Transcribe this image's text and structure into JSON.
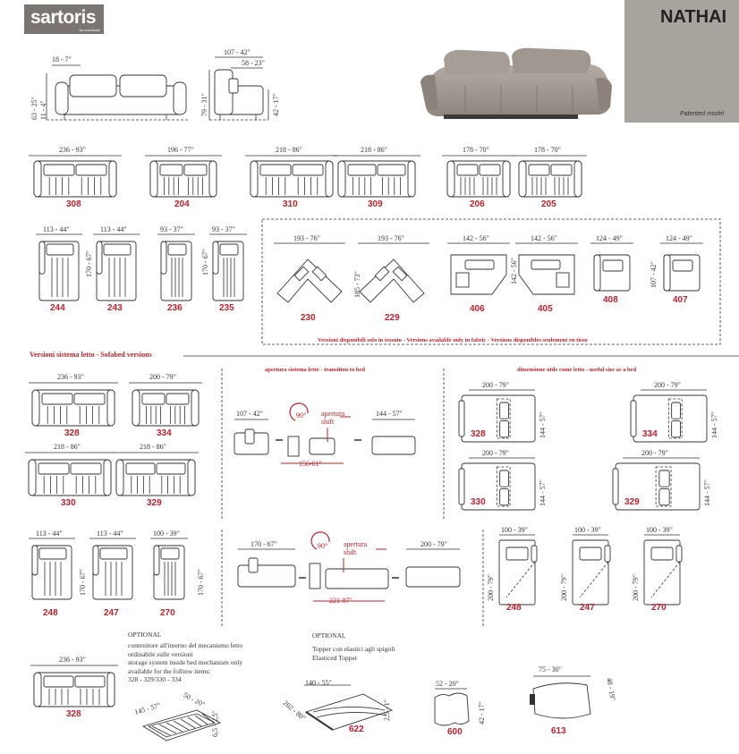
{
  "brand": {
    "name": "sartoris",
    "sub": "by maxdivani"
  },
  "product": {
    "name": "NATHAI",
    "note": "Patented model"
  },
  "top_dims": {
    "arm": "18 - 7\"",
    "total_h": "63 - 25\"",
    "seat_h": "11 - 4\"",
    "depth": "107 - 42\"",
    "seat_d": "58 - 23\"",
    "back_h": "79 - 31\"",
    "seat_height": "42 - 17\""
  },
  "sofas_row1": [
    {
      "code": "308",
      "dim": "236 - 93\""
    },
    {
      "code": "204",
      "dim": "196 - 77\""
    },
    {
      "code": "310",
      "dim": "218 - 86\""
    },
    {
      "code": "309",
      "dim": "218 - 86\""
    },
    {
      "code": "206",
      "dim": "178 - 70\""
    },
    {
      "code": "205",
      "dim": "178 - 70\""
    }
  ],
  "chaise_row": [
    {
      "code": "244",
      "dim": "113 - 44\""
    },
    {
      "code": "243",
      "dim": "113 - 44\""
    },
    {
      "code": "236",
      "dim": "93 - 37\""
    },
    {
      "code": "235",
      "dim": "93 - 37\""
    }
  ],
  "chaise_depth": "170 - 67\"",
  "corner_row": [
    {
      "code": "230",
      "dim": "193 - 76\""
    },
    {
      "code": "229",
      "dim": "193 - 76\""
    },
    {
      "code": "406",
      "dim": "142 - 56\""
    },
    {
      "code": "405",
      "dim": "142 - 56\""
    },
    {
      "code": "408",
      "dim": "124 - 49\""
    },
    {
      "code": "407",
      "dim": "124 - 49\""
    }
  ],
  "corner_depth_a": "185 - 73\"",
  "corner_depth_b": "142 - 56\"",
  "corner_depth_c": "107 - 42\"",
  "fabric_note": "Versioni disponibili solo in tessuto - Versions available only in fabric  - Versions disponibles seulement en tissu",
  "sofabed_title": "Versioni sistema letto - Sofabed versions",
  "transition_title": "apertura sistema letto - transition to bed",
  "useful_title": "dimensione utile come letto - useful size as a bed",
  "bed_sofas": [
    {
      "code": "328",
      "dim": "236 - 93\""
    },
    {
      "code": "334",
      "dim": "200 - 79\""
    },
    {
      "code": "330",
      "dim": "218 - 86\""
    },
    {
      "code": "329",
      "dim": "218 - 86\""
    }
  ],
  "transition1": {
    "d1": "107 - 42\"",
    "angle": "90°",
    "label": "apertura\nshift",
    "d2": "144 - 57\"",
    "shift": "156-61\""
  },
  "beds_open": [
    {
      "code": "328",
      "w": "200 - 79\"",
      "h": "144 - 57\""
    },
    {
      "code": "334",
      "w": "200 - 79\"",
      "h": "144 - 57\""
    },
    {
      "code": "330",
      "w": "200 - 79\"",
      "h": "144 - 57\""
    },
    {
      "code": "329",
      "w": "200 - 79\"",
      "h": "144 - 57\""
    }
  ],
  "single_beds": [
    {
      "code": "248",
      "dim": "113 - 44\""
    },
    {
      "code": "247",
      "dim": "113 - 44\""
    },
    {
      "code": "270",
      "dim": "100 - 39\""
    }
  ],
  "single_depth": "170 - 67\"",
  "transition2": {
    "d1": "170 - 67\"",
    "angle": "90°",
    "label": "apertura\nshift",
    "d2": "200 - 79\"",
    "shift": "221-87\""
  },
  "single_open": [
    {
      "code": "248",
      "w": "100 - 39\"",
      "h": "200 - 79\""
    },
    {
      "code": "247",
      "w": "100 - 39\"",
      "h": "200 - 79\""
    },
    {
      "code": "270",
      "w": "100 - 39\"",
      "h": "200 - 79\""
    }
  ],
  "optional1": {
    "title": "OPTIONAL",
    "lines": [
      "contenitore all'interno del mecanismo letto",
      "ordinabile sulle versioni",
      "storage system inside bed mechanism only",
      "available  for the follinw items:",
      "328 - 329/330 - 334"
    ],
    "sofa_code": "328",
    "sofa_dim": "236 - 93\"",
    "d1": "145 - 57\"",
    "d2": "50 - 20\"",
    "d3": "6,5 - 2,5\""
  },
  "optional2": {
    "title": "OPTIONAL",
    "lines": [
      "Topper con elastici agli spigoli",
      "Elasticed Topper"
    ],
    "topper_code": "622",
    "t1": "140 - 55\"",
    "t2": "202 - 80\"",
    "t3": "2,5 - 1\"",
    "cushion_code": "600",
    "c1": "52 - 20\"",
    "c2": "42 - 17\"",
    "pillow_code": "613",
    "p1": "75 - 30\"",
    "p2": "48 - 19\""
  }
}
